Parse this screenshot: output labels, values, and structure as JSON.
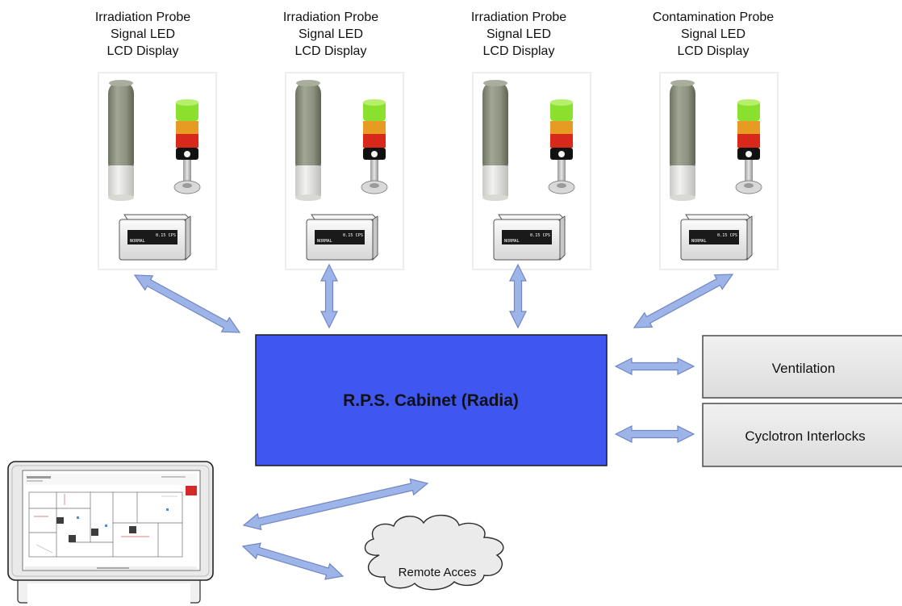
{
  "probes": [
    {
      "lines": [
        "Irradiation Probe",
        "Signal LED",
        "LCD Display"
      ],
      "lcd_value": "0.15 CPS",
      "lcd_status": "NORMAL"
    },
    {
      "lines": [
        "Irradiation Probe",
        "Signal LED",
        "LCD Display"
      ],
      "lcd_value": "0.15 CPS",
      "lcd_status": "NORMAL"
    },
    {
      "lines": [
        "Irradiation Probe",
        "Signal LED",
        "LCD Display"
      ],
      "lcd_value": "0.15 CPS",
      "lcd_status": "NORMAL"
    },
    {
      "lines": [
        "Contamination Probe",
        "Signal LED",
        "LCD Display"
      ],
      "lcd_value": "0.15 CPS",
      "lcd_status": "NORMAL"
    }
  ],
  "cabinet": {
    "label": "R.P.S. Cabinet (Radia)",
    "color": "#3f57f0"
  },
  "ventilation": {
    "label": "Ventilation"
  },
  "interlocks": {
    "label": "Cyclotron Interlocks"
  },
  "remote": {
    "label": "Remote Acces"
  },
  "colors": {
    "arrow_fill": "#9db4e8",
    "arrow_stroke": "#7186c4",
    "led_green": "#8ae02c",
    "led_orange": "#e89b22",
    "led_red": "#d8281b"
  }
}
